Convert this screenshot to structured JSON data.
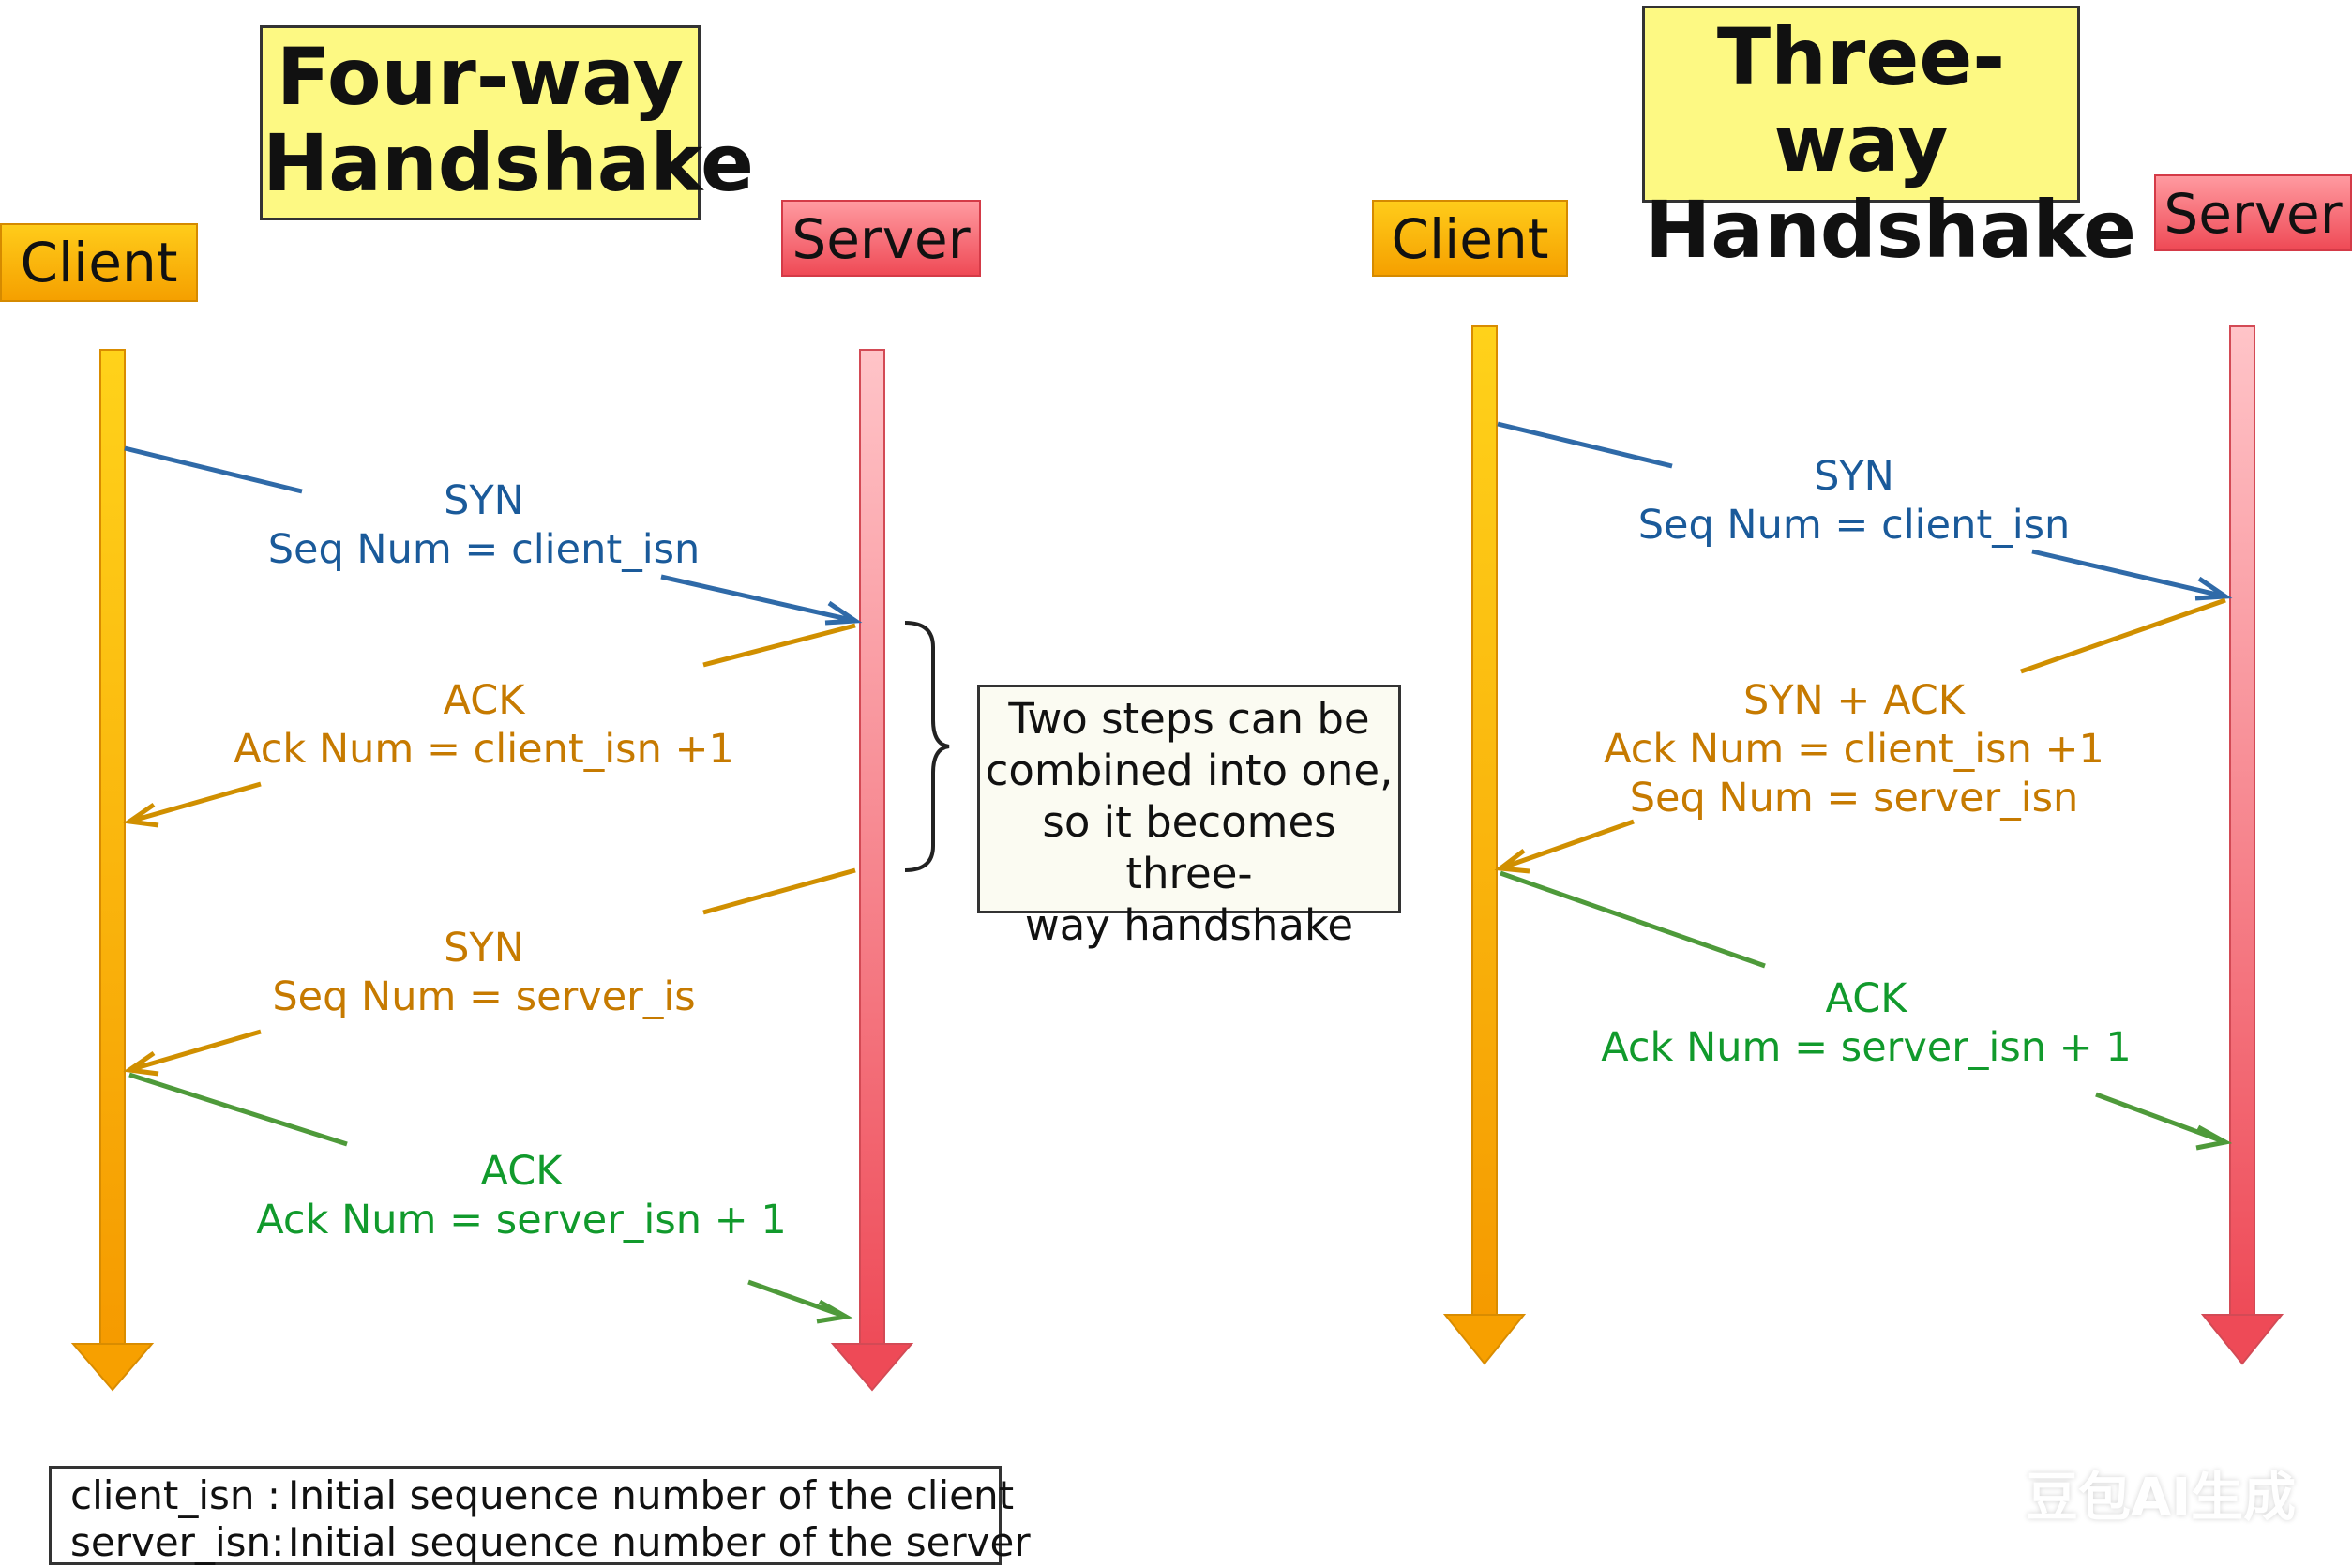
{
  "four_way": {
    "title_line1": "Four-way",
    "title_line2": "Handshake",
    "client_label": "Client",
    "server_label": "Server",
    "messages": [
      {
        "label": "SYN",
        "detail": "Seq Num = client_isn"
      },
      {
        "label": "ACK",
        "detail": "Ack Num =  client_isn +1"
      },
      {
        "label": "SYN",
        "detail": "Seq Num = server_is"
      },
      {
        "label": "ACK",
        "detail": "Ack Num = server_isn + 1"
      }
    ]
  },
  "three_way": {
    "title_line1": "Three-way",
    "title_line2": "Handshake",
    "client_label": "Client",
    "server_label": "Server",
    "messages": [
      {
        "label": "SYN",
        "details": [
          "Seq Num = client_isn"
        ]
      },
      {
        "label": "SYN + ACK",
        "details": [
          "Ack Num =  client_isn +1",
          "Seq Num = server_isn"
        ]
      },
      {
        "label": "ACK",
        "details": [
          "Ack Num = server_isn + 1"
        ]
      }
    ]
  },
  "note": {
    "lines": [
      "Two steps can be",
      "combined into one,",
      "so it becomes three-",
      "way handshake"
    ]
  },
  "legend": {
    "rows": [
      {
        "term": "client_isn :",
        "definition": "Initial sequence number of the client"
      },
      {
        "term": "server_isn:",
        "definition": "Initial sequence number of the server"
      }
    ]
  },
  "watermark": "豆包AI生成",
  "colors": {
    "client": "#f5a800",
    "server": "#ef5562",
    "syn": "#2f6aa8",
    "ack_orange": "#d08f00",
    "ack_green": "#4e9a3a"
  }
}
